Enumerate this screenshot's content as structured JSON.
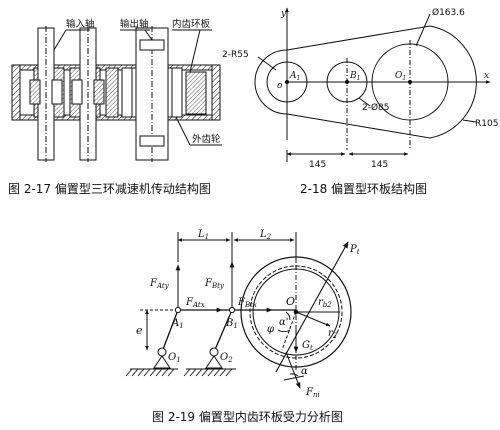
{
  "fig17": {
    "caption": "图 2-17  偏置型三环减速机传动结构图",
    "labels": {
      "input_shaft": "输入轴",
      "output_shaft": "输出轴",
      "ring_plate": "内齿环板",
      "external_gear": "外齿轮"
    }
  },
  "fig18": {
    "caption": "2-18  偏置型环板结构图",
    "labels": {
      "y_axis": "y",
      "x_axis": "x",
      "r55": "2-R55",
      "d85": "2-Ø85",
      "d1636": "Ø163.6",
      "r105": "R105",
      "a1": "A",
      "a1_sub": "1",
      "b1": "B",
      "b1_sub": "1",
      "o1": "O",
      "o1_sub": "1",
      "origin": "o",
      "dim1": "145",
      "dim2": "145"
    }
  },
  "fig19": {
    "caption": "图 2-19  偏置型内齿环板受力分析图",
    "labels": {
      "L1": "L",
      "L1_sub": "1",
      "L2": "L",
      "L2_sub": "2",
      "FAty": "F",
      "FAty_sub": "Aty",
      "FAtx": "F",
      "FAtx_sub": "Atx",
      "FBty": "F",
      "FBty_sub": "Bty",
      "FBtx": "F",
      "FBtx_sub": "Btx",
      "e": "e",
      "A1": "A",
      "A1_sub": "1",
      "B1": "B",
      "B1_sub": "1",
      "O1": "O",
      "O1_sub": "1",
      "O2": "O",
      "O2_sub": "2",
      "O": "O",
      "Pt": "P",
      "Pt_sub": "t",
      "rb2": "r",
      "rb2_sub": "b2",
      "r2": "r",
      "r2_sub": "2",
      "alpha1": "α'",
      "phi": "φ",
      "Gt": "G",
      "Gt_sub": "t",
      "alpha2": "α",
      "Fni": "F",
      "Fni_sub": "ni"
    }
  }
}
